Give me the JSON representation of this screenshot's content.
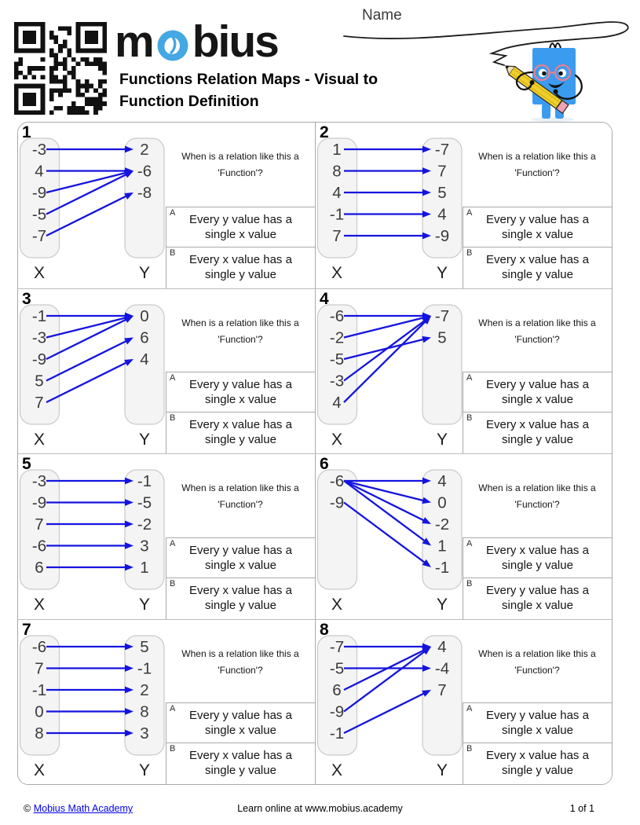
{
  "header": {
    "brand_prefix": "m",
    "brand_suffix": "bius",
    "title": "Functions Relation Maps - Visual to Function Definition",
    "name_label": "Name"
  },
  "shared": {
    "question_line1": "When is a relation like this a",
    "question_line2": "'Function'?",
    "x_label": "X",
    "y_label": "Y"
  },
  "problems": [
    {
      "number": "1",
      "x_values": [
        "-3",
        "4",
        "-9",
        "-5",
        "-7"
      ],
      "y_values": [
        "2",
        "-6",
        "-8"
      ],
      "mappings": [
        [
          0,
          0
        ],
        [
          1,
          1
        ],
        [
          2,
          1
        ],
        [
          3,
          1
        ],
        [
          4,
          2
        ]
      ],
      "options": [
        {
          "letter": "A",
          "text": "Every y value has a single x value"
        },
        {
          "letter": "B",
          "text": "Every x value has a single y value"
        }
      ]
    },
    {
      "number": "2",
      "x_values": [
        "1",
        "8",
        "4",
        "-1",
        "7"
      ],
      "y_values": [
        "-7",
        "7",
        "5",
        "4",
        "-9"
      ],
      "mappings": [
        [
          0,
          0
        ],
        [
          1,
          1
        ],
        [
          2,
          2
        ],
        [
          3,
          3
        ],
        [
          4,
          4
        ]
      ],
      "options": [
        {
          "letter": "A",
          "text": "Every y value has a single x value"
        },
        {
          "letter": "B",
          "text": "Every x value has a single y value"
        }
      ]
    },
    {
      "number": "3",
      "x_values": [
        "-1",
        "-3",
        "-9",
        "5",
        "7"
      ],
      "y_values": [
        "0",
        "6",
        "4"
      ],
      "mappings": [
        [
          0,
          0
        ],
        [
          1,
          0
        ],
        [
          2,
          0
        ],
        [
          3,
          1
        ],
        [
          4,
          2
        ]
      ],
      "options": [
        {
          "letter": "A",
          "text": "Every y value has a single x value"
        },
        {
          "letter": "B",
          "text": "Every x value has a single y value"
        }
      ]
    },
    {
      "number": "4",
      "x_values": [
        "-6",
        "-2",
        "-5",
        "-3",
        "4"
      ],
      "y_values": [
        "-7",
        "5"
      ],
      "mappings": [
        [
          0,
          0
        ],
        [
          1,
          0
        ],
        [
          2,
          1
        ],
        [
          3,
          0
        ],
        [
          4,
          0
        ]
      ],
      "options": [
        {
          "letter": "A",
          "text": "Every y value has a single x value"
        },
        {
          "letter": "B",
          "text": "Every x value has a single y value"
        }
      ]
    },
    {
      "number": "5",
      "x_values": [
        "-3",
        "-9",
        "7",
        "-6",
        "6"
      ],
      "y_values": [
        "-1",
        "-5",
        "-2",
        "3",
        "1"
      ],
      "mappings": [
        [
          0,
          0
        ],
        [
          1,
          1
        ],
        [
          2,
          2
        ],
        [
          3,
          3
        ],
        [
          4,
          4
        ]
      ],
      "options": [
        {
          "letter": "A",
          "text": "Every y value has a single x value"
        },
        {
          "letter": "B",
          "text": "Every x value has a single y value"
        }
      ]
    },
    {
      "number": "6",
      "x_values": [
        "-6",
        "-9"
      ],
      "y_values": [
        "4",
        "0",
        "-2",
        "1",
        "-1"
      ],
      "mappings": [
        [
          0,
          0
        ],
        [
          0,
          1
        ],
        [
          0,
          2
        ],
        [
          0,
          3
        ],
        [
          1,
          4
        ]
      ],
      "options": [
        {
          "letter": "A",
          "text": "Every x value has a single y value"
        },
        {
          "letter": "B",
          "text": "Every y value has a single x value"
        }
      ]
    },
    {
      "number": "7",
      "x_values": [
        "-6",
        "7",
        "-1",
        "0",
        "8"
      ],
      "y_values": [
        "5",
        "-1",
        "2",
        "8",
        "3"
      ],
      "mappings": [
        [
          0,
          0
        ],
        [
          1,
          1
        ],
        [
          2,
          2
        ],
        [
          3,
          3
        ],
        [
          4,
          4
        ]
      ],
      "options": [
        {
          "letter": "A",
          "text": "Every y value has a single x value"
        },
        {
          "letter": "B",
          "text": "Every x value has a single y value"
        }
      ]
    },
    {
      "number": "8",
      "x_values": [
        "-7",
        "-5",
        "6",
        "-9",
        "-1"
      ],
      "y_values": [
        "4",
        "-4",
        "7"
      ],
      "mappings": [
        [
          0,
          0
        ],
        [
          1,
          1
        ],
        [
          2,
          0
        ],
        [
          3,
          0
        ],
        [
          4,
          2
        ]
      ],
      "options": [
        {
          "letter": "A",
          "text": "Every y value has a single x value"
        },
        {
          "letter": "B",
          "text": "Every x value has a single y value"
        }
      ]
    }
  ],
  "footer": {
    "copyright": "©",
    "link_text": "Mobius Math Academy",
    "center_text": "Learn online at www.mobius.academy",
    "page_text": "1 of 1"
  },
  "colors": {
    "arrow_blue": "#1414e0",
    "link_blue": "#0000ee",
    "logo_blue": "#45a7e3",
    "robot_blue": "#3b9bee",
    "pencil_yellow": "#f0cf28",
    "glasses_pink": "#e87f90",
    "eraser_pink": "#f2a0b4",
    "value_box_fill": "#f4f4f4",
    "grid_border": "#a9a9a9"
  }
}
